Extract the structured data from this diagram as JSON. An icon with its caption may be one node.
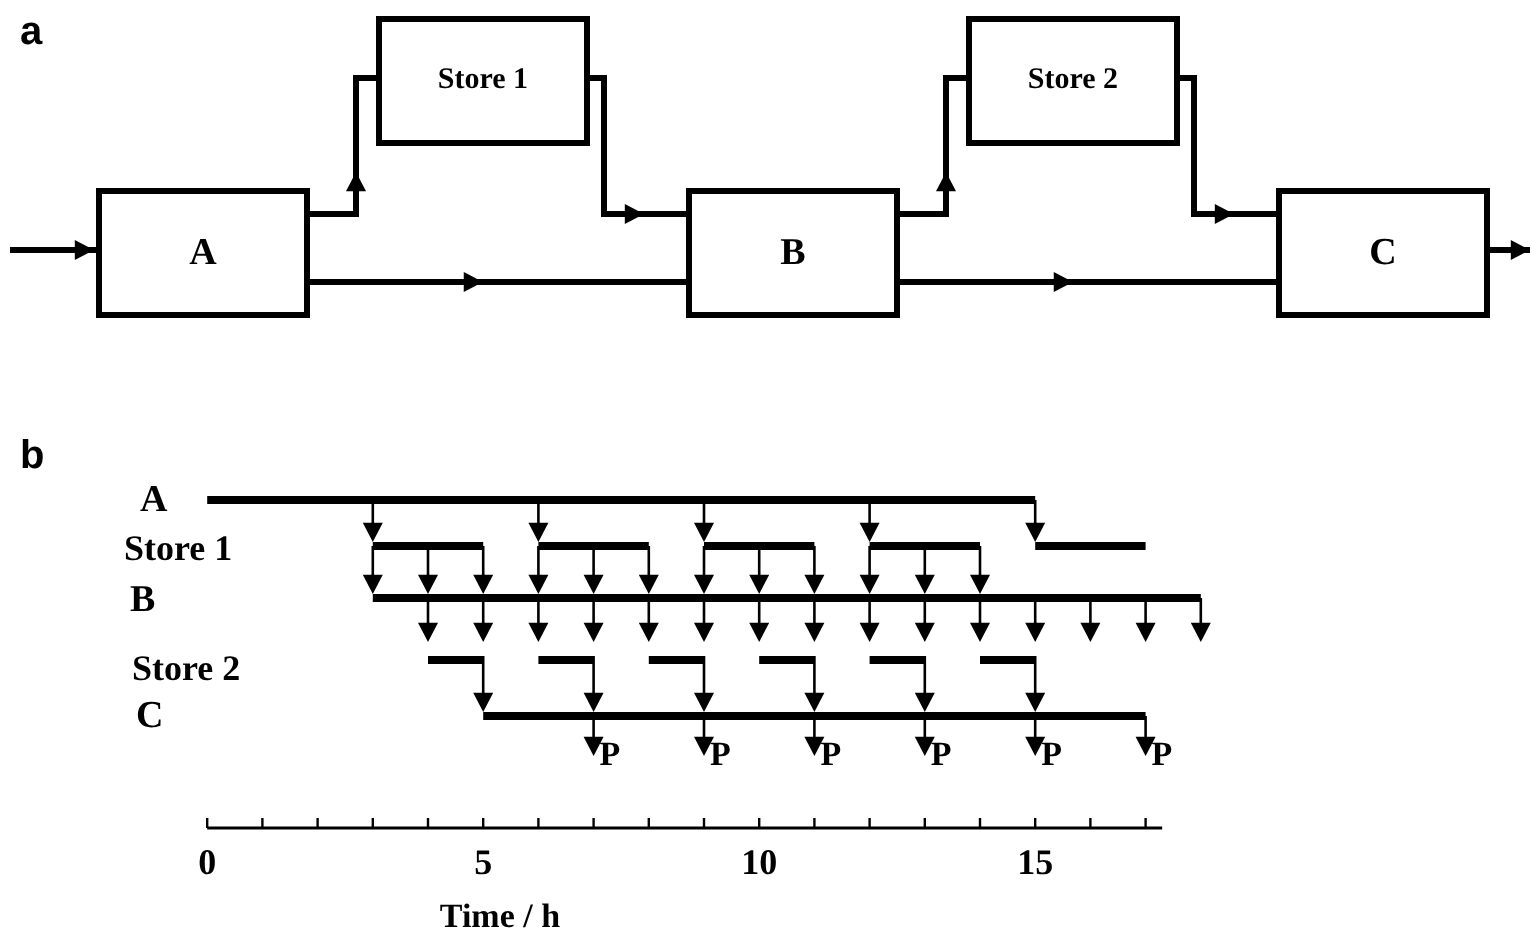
{
  "diagram": {
    "nodes": [
      {
        "text": [
          "A"
        ]
      },
      {
        "text": [
          "Store 1"
        ]
      },
      {
        "text": [
          "B"
        ]
      },
      {
        "text": [
          "Store 2"
        ]
      },
      {
        "text": [
          "C"
        ]
      }
    ],
    "edges": [
      {
        "from": null,
        "to": 0,
        "arrow": "to"
      },
      {
        "from": 0,
        "to": 1,
        "arrow": "to"
      },
      {
        "from": 1,
        "to": 2,
        "arrow": "to"
      },
      {
        "from": 0,
        "to": 2,
        "arrow": "to"
      },
      {
        "from": 2,
        "to": 3,
        "arrow": "to"
      },
      {
        "from": 3,
        "to": 4,
        "arrow": "to"
      },
      {
        "from": 2,
        "to": 4,
        "arrow": "to"
      },
      {
        "from": 4,
        "to": null,
        "arrow": "to"
      }
    ],
    "labels": [
      "a",
      "b",
      "A",
      "Store 1",
      "B",
      "Store 2",
      "C",
      "P",
      "P",
      "P",
      "P",
      "P",
      "P",
      "0",
      "5",
      "10",
      "15",
      "Time / h"
    ]
  }
}
